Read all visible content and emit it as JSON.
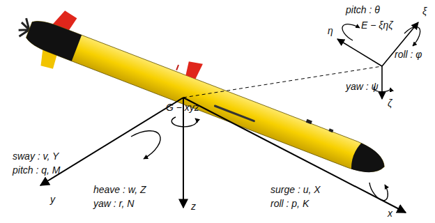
{
  "diagram": {
    "labels": [
      "pitch : θ",
      "ξ",
      "η",
      "E − ξηζ",
      "roll : φ",
      "yaw : ψ",
      "ζ",
      "G − xyz",
      "sway : v, Y",
      "pitch : q, M",
      "y",
      "heave : w, Z",
      "yaw : r, N",
      "z",
      "surge : u, X",
      "roll : p, K",
      "x"
    ]
  }
}
